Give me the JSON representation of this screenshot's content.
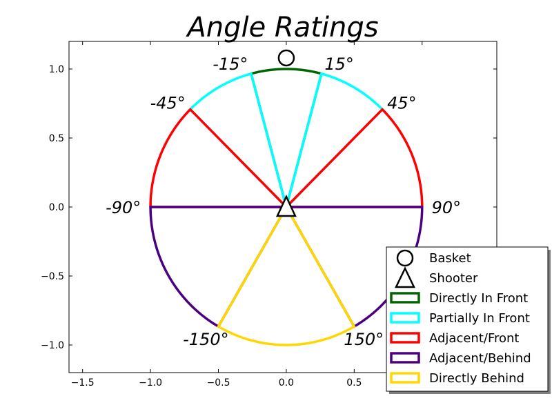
{
  "chart_data": {
    "type": "wedge",
    "title": "Angle Ratings",
    "xlim": [
      -1.6,
      1.55
    ],
    "ylim": [
      -1.2,
      1.2
    ],
    "xticks": [
      -1.5,
      -1.0,
      -0.5,
      0.0,
      0.5,
      1.0
    ],
    "xtick_labels": [
      "−1.5",
      "−1.0",
      "−0.5",
      "0.0",
      "0.5",
      "1.0"
    ],
    "yticks": [
      1.0,
      0.5,
      0.0,
      -0.5,
      -1.0
    ],
    "ytick_labels": [
      "1.0",
      "0.5",
      "0.0",
      "−0.5",
      "−1.0"
    ],
    "radius": 1.0,
    "sectors": [
      {
        "name": "Directly In Front",
        "color": "#006400",
        "from_deg": -15,
        "to_deg": 15
      },
      {
        "name": "Partially In Front",
        "color": "#00ffff",
        "from_deg": 15,
        "to_deg": 45
      },
      {
        "name": "Partially In Front",
        "color": "#00ffff",
        "from_deg": -45,
        "to_deg": -15
      },
      {
        "name": "Adjacent/Front",
        "color": "#ff0000",
        "from_deg": 45,
        "to_deg": 90
      },
      {
        "name": "Adjacent/Front",
        "color": "#ff0000",
        "from_deg": -90,
        "to_deg": -45
      },
      {
        "name": "Adjacent/Behind",
        "color": "#4b0082",
        "from_deg": 90,
        "to_deg": 150
      },
      {
        "name": "Adjacent/Behind",
        "color": "#4b0082",
        "from_deg": -150,
        "to_deg": -90
      },
      {
        "name": "Directly Behind",
        "color": "#ffd700",
        "from_deg": 150,
        "to_deg": 210
      }
    ],
    "angle_labels": [
      {
        "text": "-15°",
        "deg": -15
      },
      {
        "text": "15°",
        "deg": 15
      },
      {
        "text": "-45°",
        "deg": -45
      },
      {
        "text": "45°",
        "deg": 45
      },
      {
        "text": "-90°",
        "deg": -90
      },
      {
        "text": "90°",
        "deg": 90
      },
      {
        "text": "-150°",
        "deg": -150
      },
      {
        "text": "150°",
        "deg": 150
      }
    ],
    "basket": {
      "x": 0.0,
      "y": 1.08
    },
    "shooter": {
      "x": 0.0,
      "y": 0.0
    },
    "legend": {
      "placement": "lower right",
      "entries": [
        {
          "label": "Basket",
          "marker": "circle"
        },
        {
          "label": "Shooter",
          "marker": "triangle"
        },
        {
          "label": "Directly In Front",
          "color": "#006400"
        },
        {
          "label": "Partially In Front",
          "color": "#00ffff"
        },
        {
          "label": "Adjacent/Front",
          "color": "#ff0000"
        },
        {
          "label": "Adjacent/Behind",
          "color": "#4b0082"
        },
        {
          "label": "Directly Behind",
          "color": "#ffd700"
        }
      ]
    }
  }
}
